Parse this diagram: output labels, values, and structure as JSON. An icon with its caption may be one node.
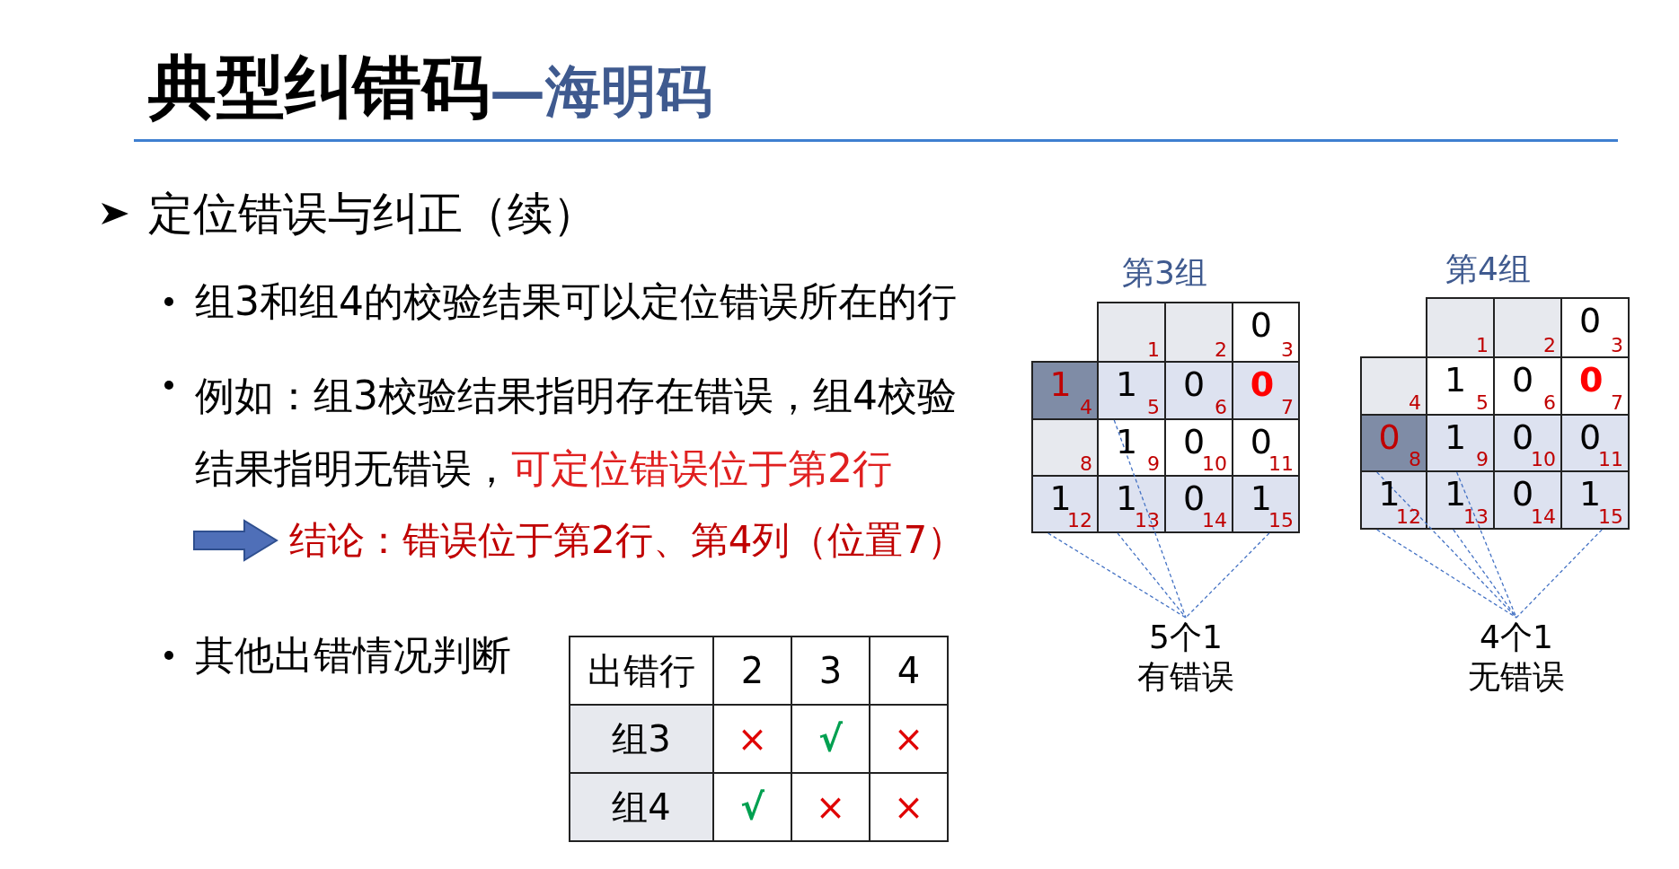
{
  "diagram": {
    "title": "典型纠错码",
    "nodes": [
      {
        "text": [
          "1"
        ]
      },
      {
        "text": [
          "2"
        ]
      },
      {
        "text": [
          "0",
          "3"
        ]
      },
      {
        "text": [
          "1",
          "4"
        ]
      },
      {
        "text": [
          "1",
          "5"
        ]
      },
      {
        "text": [
          "0",
          "6"
        ]
      },
      {
        "text": [
          "0",
          "7"
        ]
      },
      {
        "text": [
          "8"
        ]
      },
      {
        "text": [
          "1",
          "9"
        ]
      },
      {
        "text": [
          "0",
          "10"
        ]
      },
      {
        "text": [
          "0",
          "11"
        ]
      },
      {
        "text": [
          "1",
          "12"
        ]
      },
      {
        "text": [
          "1",
          "13"
        ]
      },
      {
        "text": [
          "0",
          "14"
        ]
      },
      {
        "text": [
          "1",
          "15"
        ]
      },
      {
        "text": [
          "5个1",
          "有错误"
        ]
      },
      {
        "text": [
          "1"
        ]
      },
      {
        "text": [
          "2"
        ]
      },
      {
        "text": [
          "0",
          "3"
        ]
      },
      {
        "text": [
          "4"
        ]
      },
      {
        "text": [
          "1",
          "5"
        ]
      },
      {
        "text": [
          "0",
          "6"
        ]
      },
      {
        "text": [
          "0",
          "7"
        ]
      },
      {
        "text": [
          "0",
          "8"
        ]
      },
      {
        "text": [
          "1",
          "9"
        ]
      },
      {
        "text": [
          "0",
          "10"
        ]
      },
      {
        "text": [
          "0",
          "11"
        ]
      },
      {
        "text": [
          "1",
          "12"
        ]
      },
      {
        "text": [
          "1",
          "13"
        ]
      },
      {
        "text": [
          "0",
          "14"
        ]
      },
      {
        "text": [
          "1",
          "15"
        ]
      },
      {
        "text": [
          "4个1",
          "无错误"
        ]
      }
    ],
    "edges": [
      {
        "from": 4,
        "to": 15,
        "arrow": "none",
        "style": "dashed"
      },
      {
        "from": 11,
        "to": 15,
        "arrow": "none",
        "style": "dashed"
      },
      {
        "from": 12,
        "to": 15,
        "arrow": "none",
        "style": "dashed"
      },
      {
        "from": 14,
        "to": 15,
        "arrow": "none",
        "style": "dashed"
      },
      {
        "from": 23,
        "to": 31,
        "arrow": "none",
        "style": "dashed"
      },
      {
        "from": 24,
        "to": 31,
        "arrow": "none",
        "style": "dashed"
      },
      {
        "from": 27,
        "to": 31,
        "arrow": "none",
        "style": "dashed"
      },
      {
        "from": 28,
        "to": 31,
        "arrow": "none",
        "style": "dashed"
      },
      {
        "from": 30,
        "to": 31,
        "arrow": "none",
        "style": "dashed"
      }
    ],
    "labels": [
      "—海明码",
      "定位错误与纠正（续）",
      "组3和组4的校验结果可以定位错误所在的行",
      "例如：组3校验结果指明存在错误，组4校验结果指明无错误，",
      "可定位错误位于第2行",
      "结论：错误位于第2行、第4列（位置7）",
      "其他出错情况判断",
      "出错行",
      "2",
      "3",
      "4",
      "组3",
      "×",
      "√",
      "×",
      "组4",
      "√",
      "×",
      "×",
      "第3组",
      "第4组"
    ]
  }
}
